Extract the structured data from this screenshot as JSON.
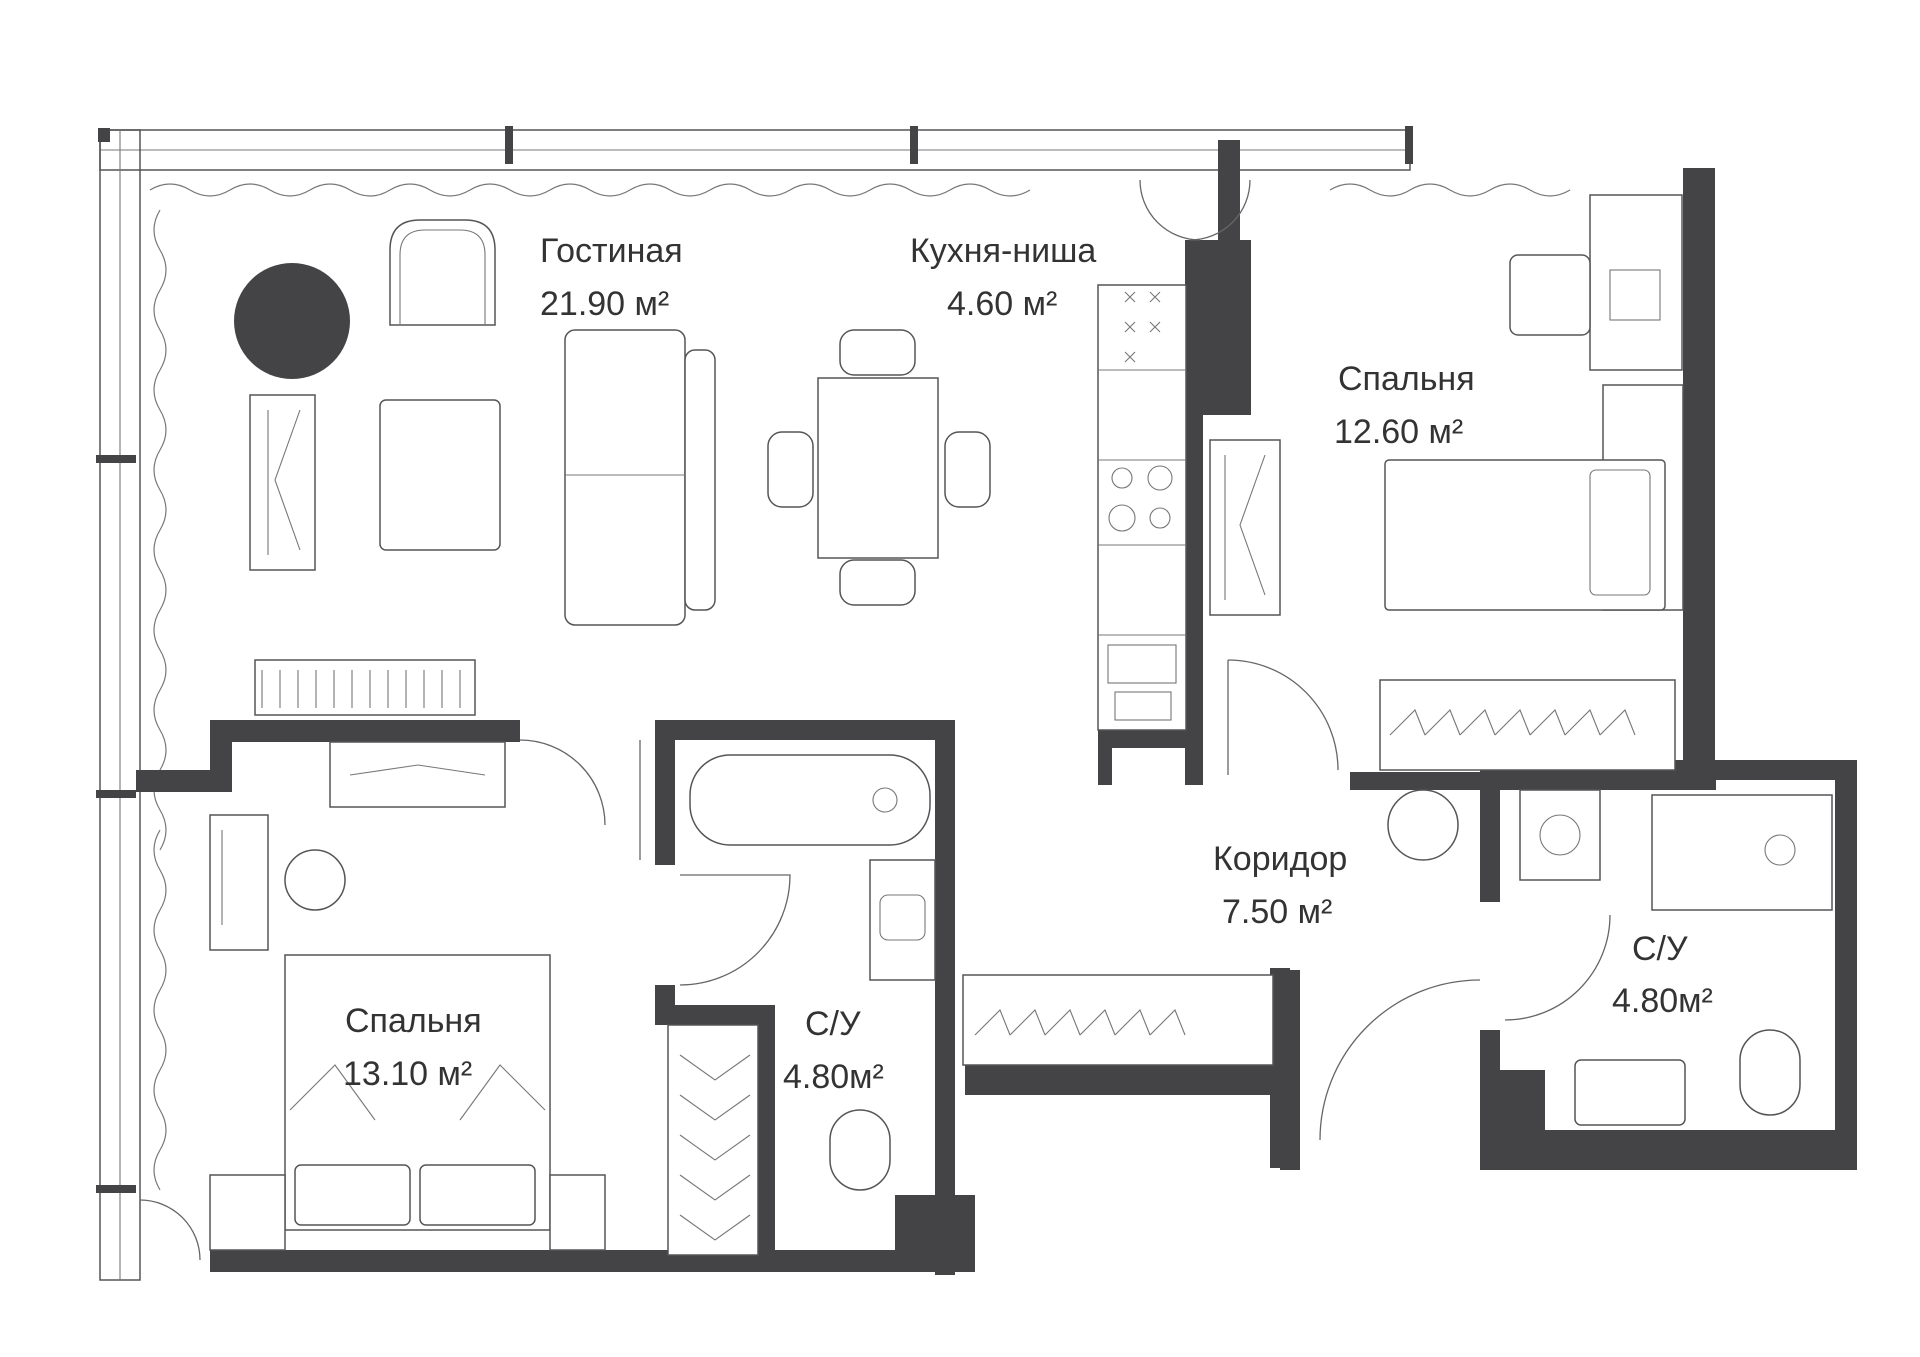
{
  "rooms": {
    "living": {
      "name": "Гостиная",
      "area": "21.90 м²"
    },
    "kitchen": {
      "name": "Кухня-ниша",
      "area": "4.60 м²"
    },
    "bedroom1": {
      "name": "Спальня",
      "area": "12.60 м²"
    },
    "bedroom2": {
      "name": "Спальня",
      "area": "13.10 м²"
    },
    "corridor": {
      "name": "Коридор",
      "area": "7.50 м²"
    },
    "bath1": {
      "name": "С/У",
      "area": "4.80м²"
    },
    "bath2": {
      "name": "С/У",
      "area": "4.80м²"
    }
  },
  "colors": {
    "wall": "#444446",
    "line": "#555555",
    "background": "#ffffff"
  }
}
